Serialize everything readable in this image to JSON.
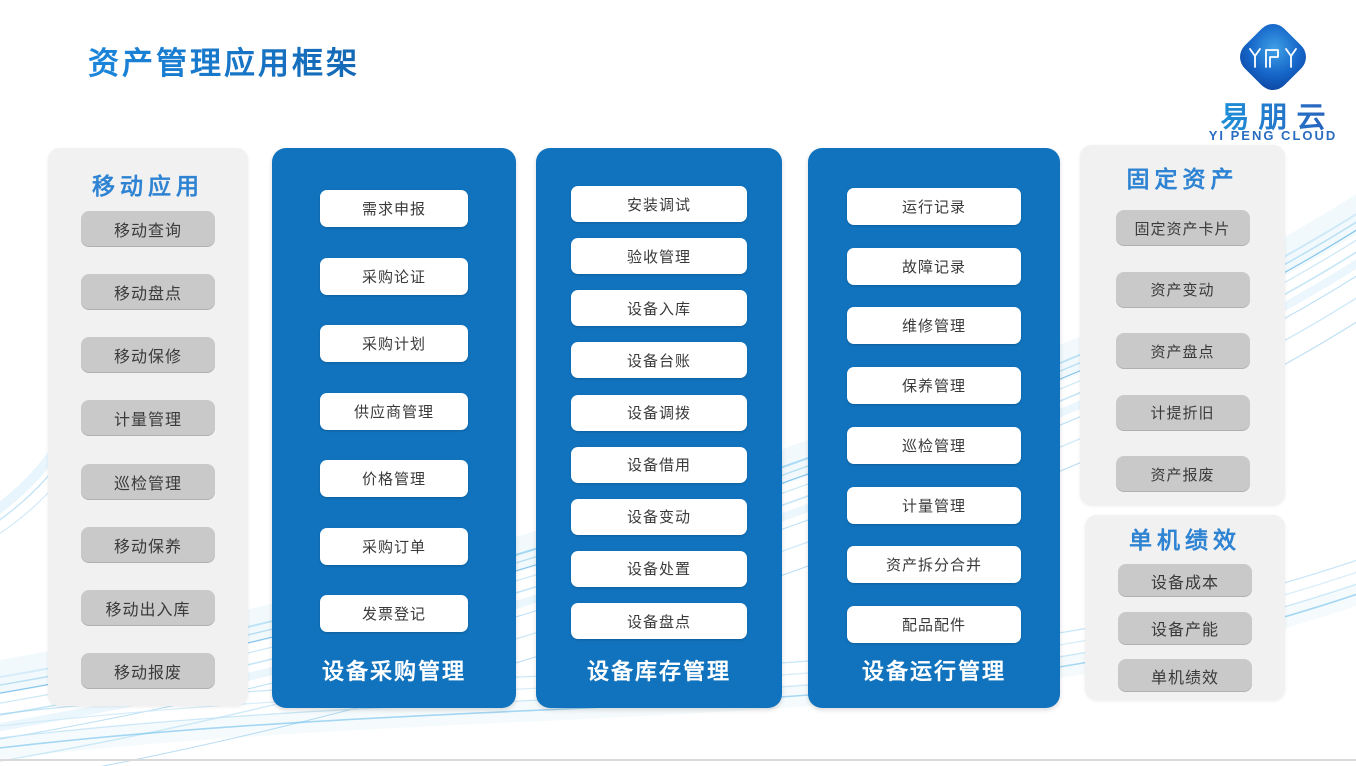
{
  "page": {
    "title": "资产管理应用框架"
  },
  "logo": {
    "name_cn": "易朋云",
    "name_en": "YI PENG CLOUD"
  },
  "colors": {
    "title_blue_start": "#1b86dc",
    "title_blue_end": "#1468b4",
    "panel_blue": "#1173be",
    "panel_gray": "#f1f1f1",
    "button_gray": "#c9c9c9",
    "header_blue": "#2e83d2",
    "wave_blue": "#59b6ea"
  },
  "panels": {
    "mobile": {
      "title": "移动应用",
      "items": [
        "移动查询",
        "移动盘点",
        "移动保修",
        "计量管理",
        "巡检管理",
        "移动保养",
        "移动出入库",
        "移动报废"
      ]
    },
    "procurement": {
      "title": "设备采购管理",
      "items": [
        "需求申报",
        "采购论证",
        "采购计划",
        "供应商管理",
        "价格管理",
        "采购订单",
        "发票登记"
      ]
    },
    "inventory": {
      "title": "设备库存管理",
      "items": [
        "安装调试",
        "验收管理",
        "设备入库",
        "设备台账",
        "设备调拨",
        "设备借用",
        "设备变动",
        "设备处置",
        "设备盘点"
      ]
    },
    "operation": {
      "title": "设备运行管理",
      "items": [
        "运行记录",
        "故障记录",
        "维修管理",
        "保养管理",
        "巡检管理",
        "计量管理",
        "资产拆分合并",
        "配品配件"
      ]
    },
    "fixed_assets": {
      "title": "固定资产",
      "items": [
        "固定资产卡片",
        "资产变动",
        "资产盘点",
        "计提折旧",
        "资产报废"
      ]
    },
    "performance": {
      "title": "单机绩效",
      "items": [
        "设备成本",
        "设备产能",
        "单机绩效"
      ]
    }
  }
}
